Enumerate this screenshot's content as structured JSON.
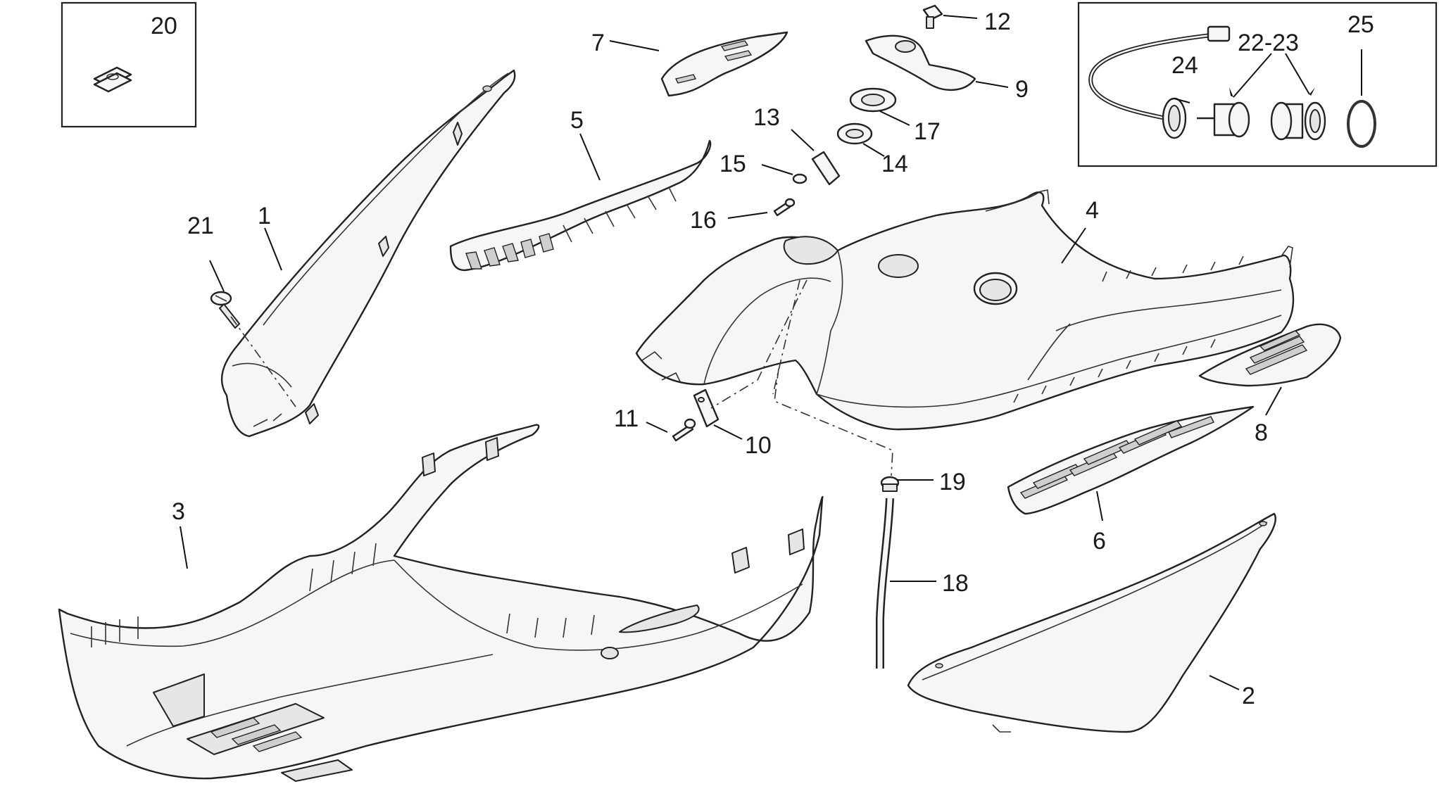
{
  "callouts": {
    "c1": "1",
    "c2": "2",
    "c3": "3",
    "c4": "4",
    "c5": "5",
    "c6": "6",
    "c7": "7",
    "c8": "8",
    "c9": "9",
    "c10": "10",
    "c11": "11",
    "c12": "12",
    "c13": "13",
    "c14": "14",
    "c15": "15",
    "c16": "16",
    "c17": "17",
    "c18": "18",
    "c19": "19",
    "c20": "20",
    "c21": "21",
    "c22_23": "22-23",
    "c24": "24",
    "c25": "25"
  },
  "colors": {
    "line": "#222222",
    "fill": "#f6f6f6",
    "shade": "#e6e6e6",
    "background": "#ffffff"
  }
}
